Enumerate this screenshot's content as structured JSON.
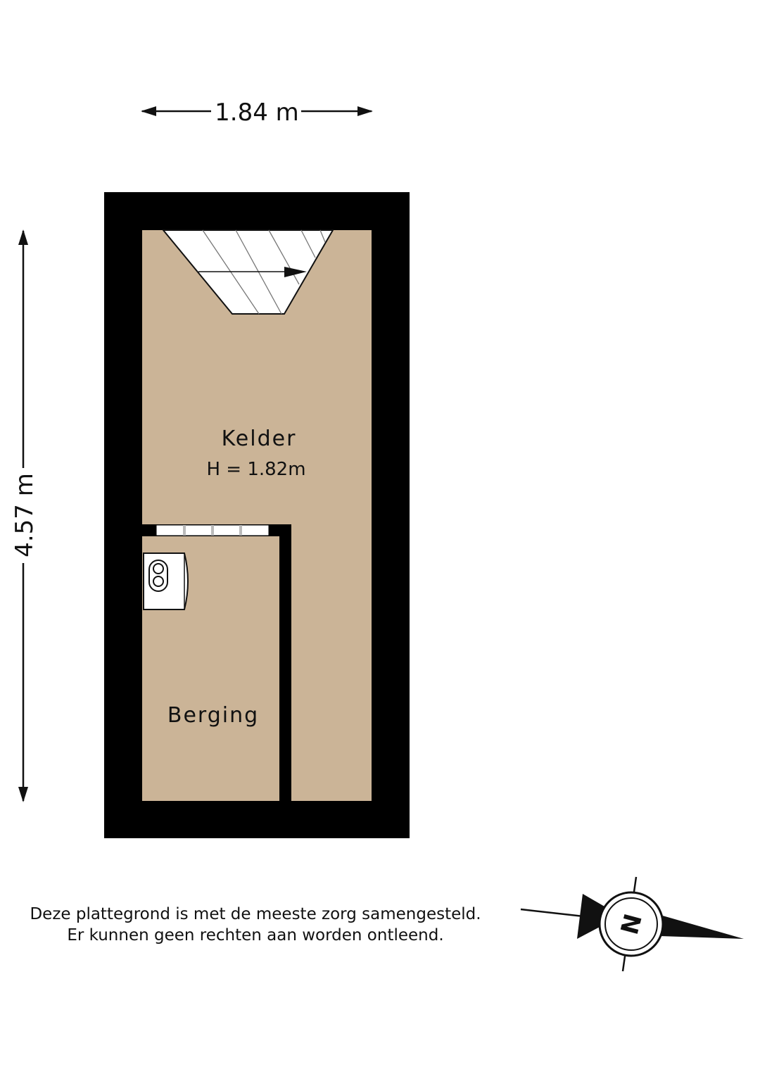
{
  "dimensions": {
    "width_label": "1.84 m",
    "height_label": "4.57 m"
  },
  "rooms": {
    "kelder": {
      "name": "Kelder",
      "height": "H = 1.82m"
    },
    "berging": {
      "name": "Berging"
    }
  },
  "compass": {
    "label": "N"
  },
  "disclaimer": {
    "line1": "Deze plattegrond is met de meeste zorg samengesteld.",
    "line2": "Er kunnen geen rechten aan worden ontleend."
  },
  "colors": {
    "wall": "#000000",
    "floor": "#cbb497",
    "background": "#ffffff"
  }
}
